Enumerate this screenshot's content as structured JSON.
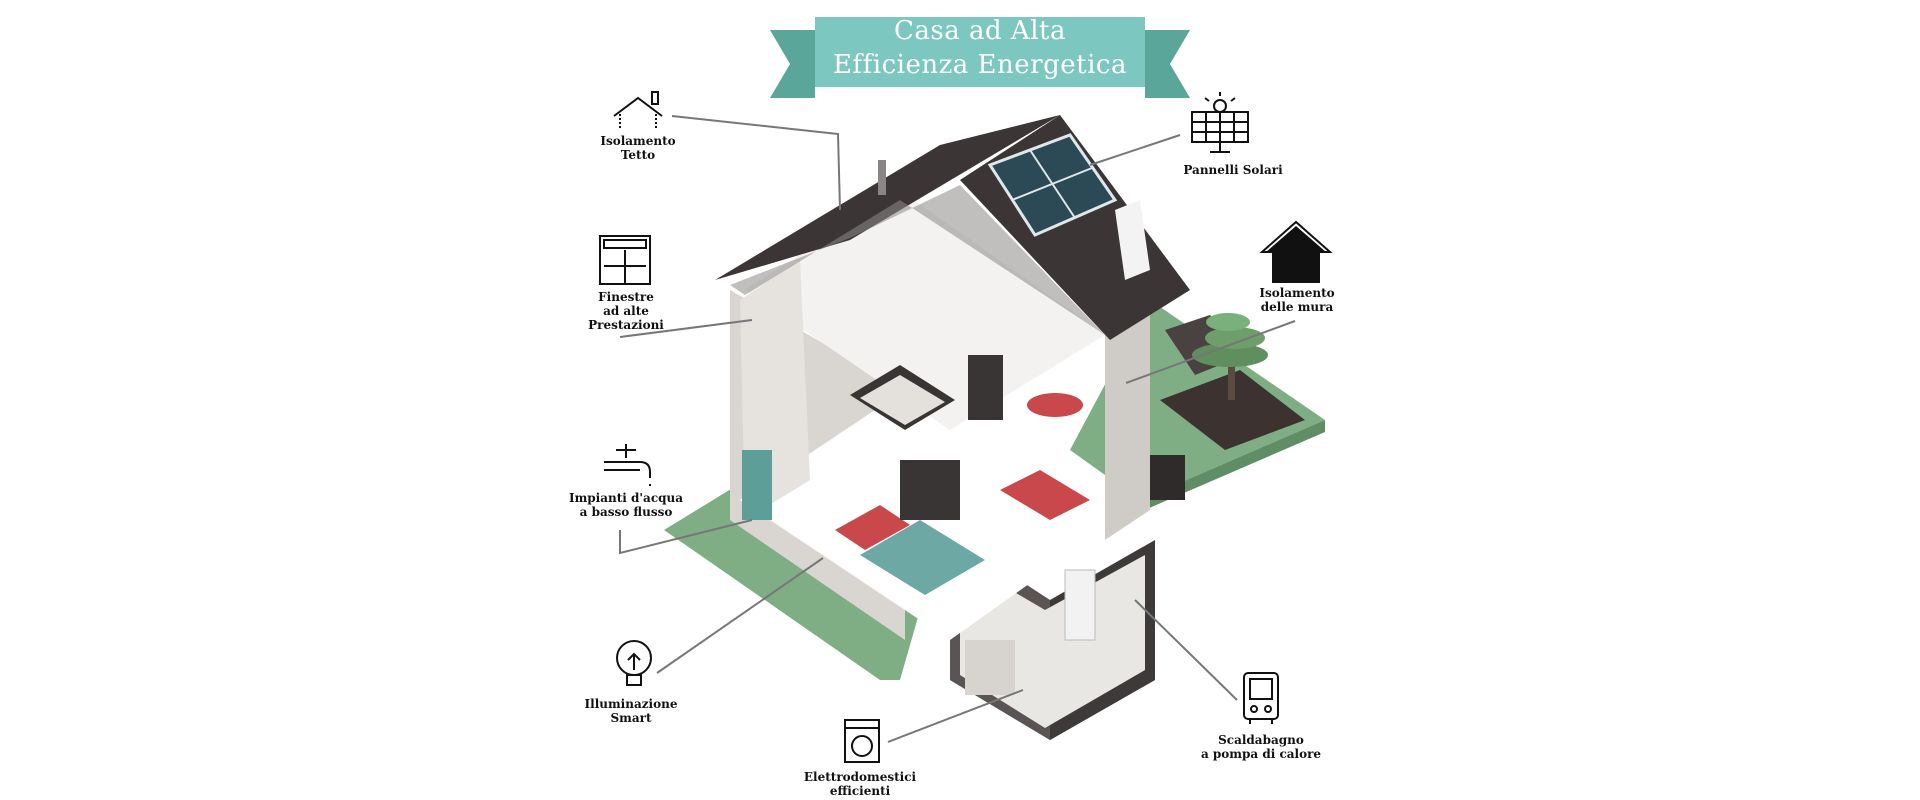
{
  "banner": {
    "title_line1": "Casa ad Alta",
    "title_line2": "Efficienza Energetica",
    "color": "#7cc7bf",
    "ribbon_dark": "#5aa69b"
  },
  "callouts": {
    "roof_insulation": {
      "line1": "Isolamento",
      "line2": "Tetto",
      "icon": "roof-icon"
    },
    "solar_panels": {
      "line1": "Pannelli Solari",
      "icon": "solar-panel-icon"
    },
    "windows": {
      "line1": "Finestre",
      "line2": "ad alte",
      "line3": "Prestazioni",
      "icon": "window-icon"
    },
    "wall_insulation": {
      "line1": "Isolamento",
      "line2": "delle mura",
      "icon": "house-icon"
    },
    "water": {
      "line1": "Impianti d'acqua",
      "line2": "a basso flusso",
      "icon": "faucet-icon"
    },
    "lighting": {
      "line1": "Illuminazione",
      "line2": "Smart",
      "icon": "lightbulb-icon"
    },
    "appliances": {
      "line1": "Elettrodomestici",
      "line2": "efficienti",
      "icon": "washing-machine-icon"
    },
    "water_heater": {
      "line1": "Scaldabagno",
      "line2": "a pompa di calore",
      "icon": "heat-pump-icon"
    }
  },
  "colors": {
    "roof": "#3b3535",
    "wall": "#f1f0ee",
    "grass": "#7fae85",
    "accent_red": "#c8484b",
    "teal": "#5e9e98",
    "panel": "#2b4a55"
  }
}
